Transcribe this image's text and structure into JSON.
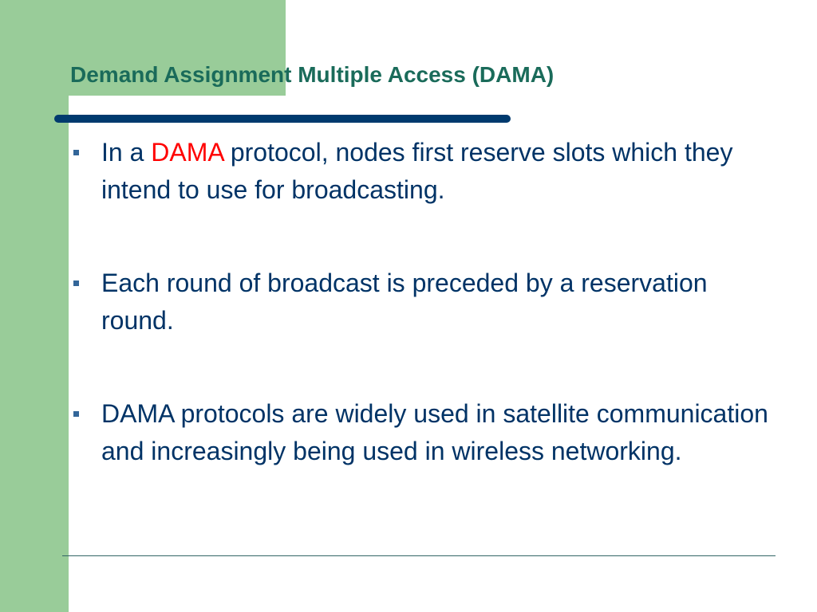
{
  "slide": {
    "title": "Demand Assignment Multiple Access (DAMA)",
    "bullets": [
      {
        "pre": "In a ",
        "highlight": "DAMA",
        "post": " protocol, nodes first reserve slots which they intend to use for broadcasting."
      },
      {
        "text": "Each round of broadcast is preceded by a reservation round."
      },
      {
        "text": "DAMA protocols are widely used in satellite communication and increasingly being used in wireless networking."
      }
    ]
  },
  "colors": {
    "accent_green": "#99cc99",
    "title_color": "#1a6b5a",
    "body_text": "#003366",
    "highlight_red": "#ff0000",
    "rule_navy": "#003a6e"
  }
}
